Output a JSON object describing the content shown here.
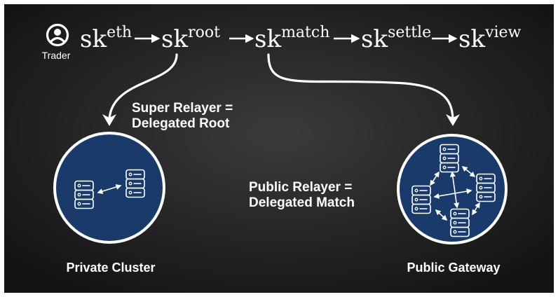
{
  "colors": {
    "background_center": "#3b3b3b",
    "background_edge": "#141414",
    "node_fill": "#1a3a6b",
    "node_stroke": "#ffffff",
    "text": "#ffffff"
  },
  "trader": {
    "icon": "user-circle-icon",
    "label": "Trader"
  },
  "key_chain": {
    "base": "sk",
    "superscripts": [
      "eth",
      "root",
      "match",
      "settle",
      "view"
    ]
  },
  "annotations": {
    "super_relayer": [
      "Super Relayer =",
      "Delegated Root"
    ],
    "public_relayer": [
      "Public Relayer =",
      "Delegated Match"
    ]
  },
  "nodes": {
    "private_cluster": {
      "label": "Private Cluster",
      "icon": "server-pair-icon"
    },
    "public_gateway": {
      "label": "Public Gateway",
      "icon": "server-mesh-icon"
    }
  }
}
